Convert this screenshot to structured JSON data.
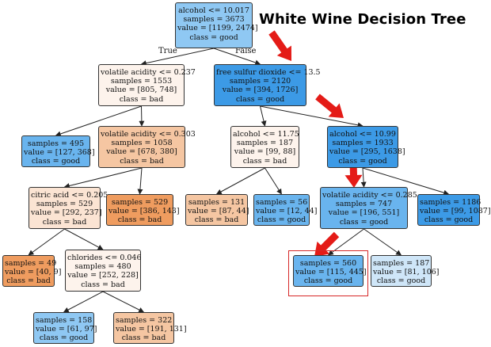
{
  "title": "White Wine Decision Tree",
  "edge_labels": {
    "true_label": "True",
    "false_label": "False"
  },
  "colors": {
    "strong_good": "#3c9ae6",
    "mid_good": "#69b4ee",
    "light_good": "#8fc8f3",
    "pale_good": "#cfe6f8",
    "strong_bad": "#ef9c5f",
    "mid_bad": "#f5c6a2",
    "light_bad": "#fbe4d3",
    "pale_bad": "#fdf3ec",
    "arrow": "#e41b17",
    "highlight": "#d62828"
  },
  "nodes": {
    "root": {
      "lines": [
        "alcohol <= 10.017",
        "samples = 3673",
        "value = [1199, 2474]",
        "class = good"
      ],
      "color": "light_good"
    },
    "n_va1": {
      "lines": [
        "volatile acidity <= 0.237",
        "samples = 1553",
        "value = [805, 748]",
        "class = bad"
      ],
      "color": "pale_bad"
    },
    "n_fsd": {
      "lines": [
        "free sulfur dioxide <= 13.5",
        "samples = 2120",
        "value = [394, 1726]",
        "class = good"
      ],
      "color": "strong_good"
    },
    "n_l495": {
      "lines": [
        "samples = 495",
        "value = [127, 368]",
        "class = good"
      ],
      "color": "mid_good"
    },
    "n_va2": {
      "lines": [
        "volatile acidity <= 0.303",
        "samples = 1058",
        "value = [678, 380]",
        "class = bad"
      ],
      "color": "mid_bad"
    },
    "n_alc2": {
      "lines": [
        "alcohol <= 11.75",
        "samples = 187",
        "value = [99, 88]",
        "class = bad"
      ],
      "color": "pale_bad"
    },
    "n_alc3": {
      "lines": [
        "alcohol <= 10.99",
        "samples = 1933",
        "value = [295, 1638]",
        "class = good"
      ],
      "color": "strong_good"
    },
    "n_ca": {
      "lines": [
        "citric acid <= 0.205",
        "samples = 529",
        "value = [292, 237]",
        "class = bad"
      ],
      "color": "light_bad"
    },
    "n_l529": {
      "lines": [
        "samples = 529",
        "value = [386, 143]",
        "class = bad"
      ],
      "color": "strong_bad"
    },
    "n_l131": {
      "lines": [
        "samples = 131",
        "value = [87, 44]",
        "class = bad"
      ],
      "color": "mid_bad"
    },
    "n_l56": {
      "lines": [
        "samples = 56",
        "value = [12, 44]",
        "class = good"
      ],
      "color": "mid_good"
    },
    "n_va3": {
      "lines": [
        "volatile acidity <= 0.285",
        "samples = 747",
        "value = [196, 551]",
        "class = good"
      ],
      "color": "mid_good"
    },
    "n_l1186": {
      "lines": [
        "samples = 1186",
        "value = [99, 1087]",
        "class = good"
      ],
      "color": "strong_good"
    },
    "n_l49": {
      "lines": [
        "samples = 49",
        "value = [40, 9]",
        "class = bad"
      ],
      "color": "strong_bad"
    },
    "n_chl": {
      "lines": [
        "chlorides <= 0.046",
        "samples = 480",
        "value = [252, 228]",
        "class = bad"
      ],
      "color": "pale_bad"
    },
    "n_l560": {
      "lines": [
        "samples = 560",
        "value = [115, 445]",
        "class = good"
      ],
      "color": "mid_good"
    },
    "n_l187": {
      "lines": [
        "samples = 187",
        "value = [81, 106]",
        "class = good"
      ],
      "color": "pale_good"
    },
    "n_l158": {
      "lines": [
        "samples = 158",
        "value = [61, 97]",
        "class = good"
      ],
      "color": "light_good"
    },
    "n_l322": {
      "lines": [
        "samples = 322",
        "value = [191, 131]",
        "class = bad"
      ],
      "color": "mid_bad"
    }
  },
  "edges": [
    [
      "root",
      "n_va1"
    ],
    [
      "root",
      "n_fsd"
    ],
    [
      "n_va1",
      "n_l495"
    ],
    [
      "n_va1",
      "n_va2"
    ],
    [
      "n_fsd",
      "n_alc2"
    ],
    [
      "n_fsd",
      "n_alc3"
    ],
    [
      "n_va2",
      "n_ca"
    ],
    [
      "n_va2",
      "n_l529"
    ],
    [
      "n_alc2",
      "n_l131"
    ],
    [
      "n_alc2",
      "n_l56"
    ],
    [
      "n_alc3",
      "n_va3"
    ],
    [
      "n_alc3",
      "n_l1186"
    ],
    [
      "n_ca",
      "n_l49"
    ],
    [
      "n_ca",
      "n_chl"
    ],
    [
      "n_va3",
      "n_l560"
    ],
    [
      "n_va3",
      "n_l187"
    ],
    [
      "n_chl",
      "n_l158"
    ],
    [
      "n_chl",
      "n_l322"
    ]
  ],
  "highlight_node": "n_l560"
}
